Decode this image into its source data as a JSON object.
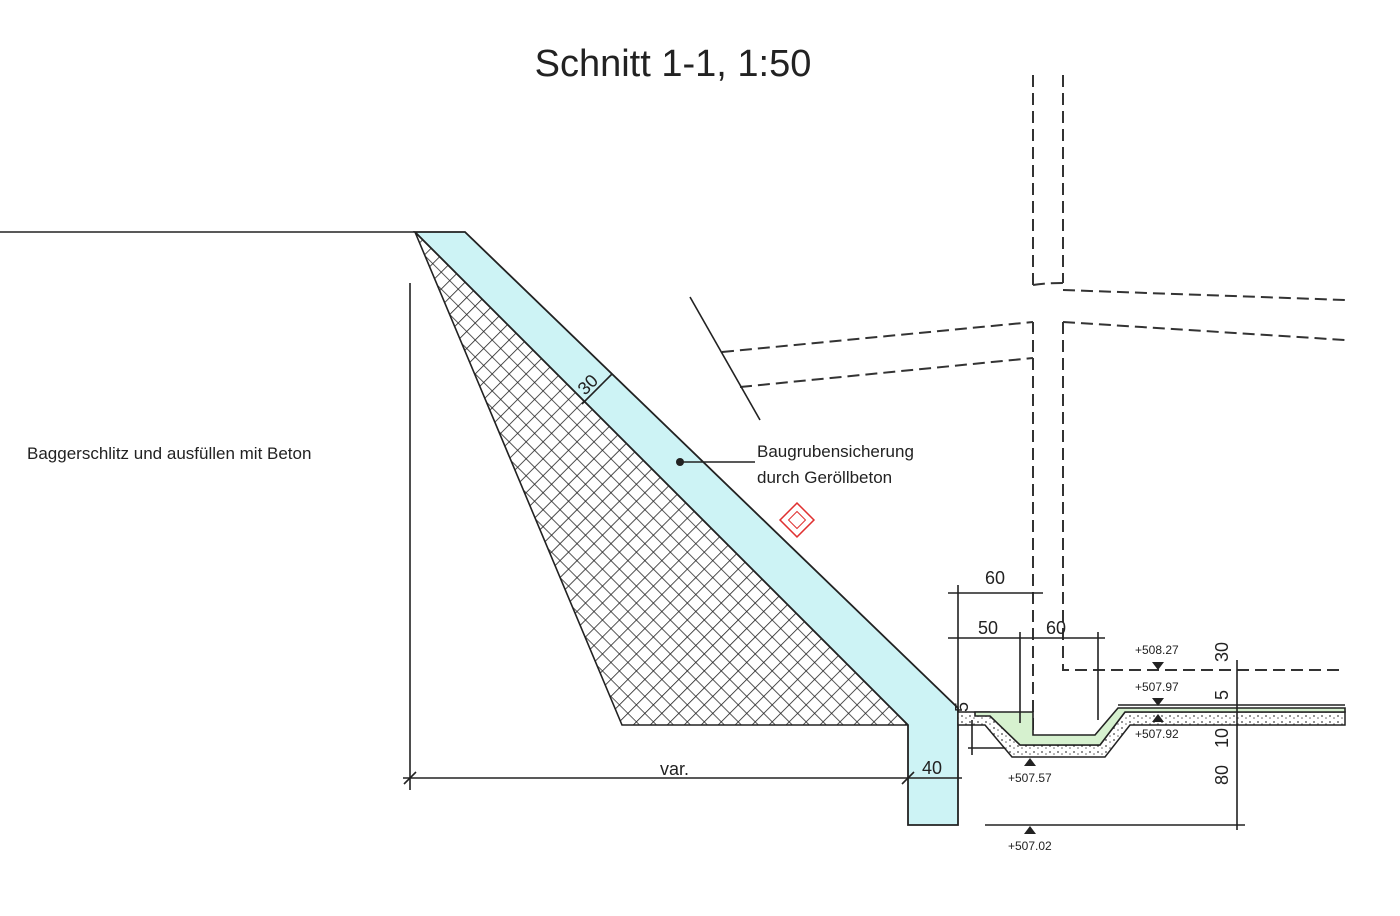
{
  "title": "Schnitt 1-1, 1:50",
  "labels": {
    "left_note": "Baggerschlitz und ausfüllen mit Beton",
    "callout_line1": "Baugrubensicherung",
    "callout_line2": "durch Geröllbeton",
    "var": "var."
  },
  "dimensions": {
    "slope_thickness": "30",
    "post_width": "40",
    "top_60": "60",
    "width_50": "50",
    "width_60": "60",
    "small_5_left": "5",
    "v_30": "30",
    "v_5": "5",
    "v_10": "10",
    "v_80": "80"
  },
  "levels": {
    "l1": "+508.27",
    "l2": "+507.97",
    "l3": "+507.92",
    "l4": "+507.57",
    "l5": "+507.02"
  },
  "colors": {
    "concrete": "#cdf3f5",
    "fill_green": "#d6f1cf",
    "stamp": "#e03030"
  }
}
